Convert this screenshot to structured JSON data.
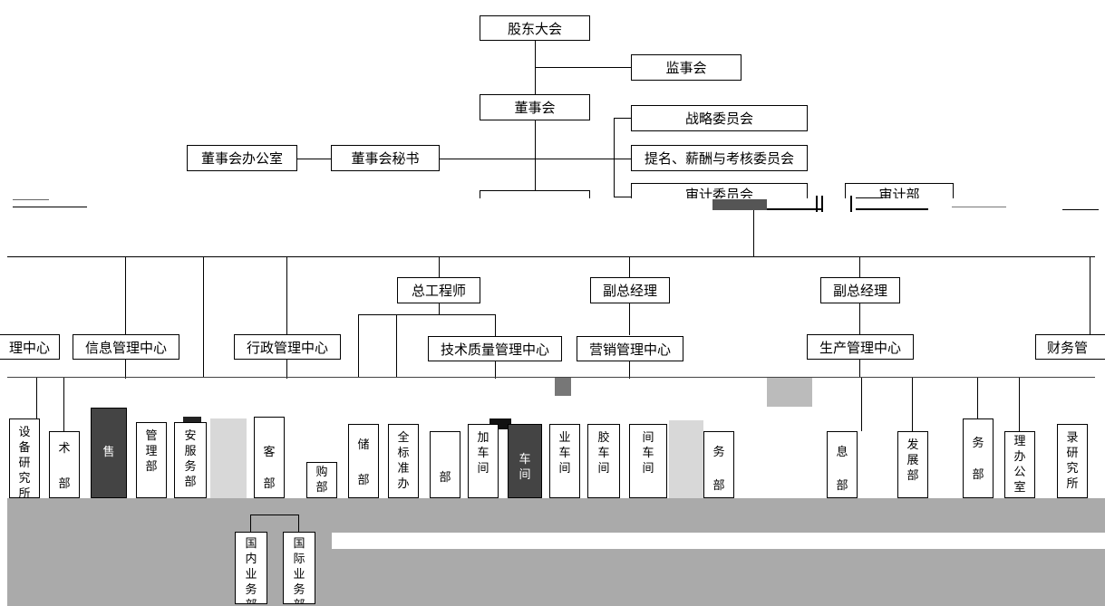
{
  "top": {
    "shareholders": "股东大会",
    "supervisors": "监事会",
    "board": "董事会",
    "board_office": "董事会办公室",
    "board_secretary": "董事会秘书",
    "strategy_committee": "战略委员会",
    "nomination_committee": "提名、薪酬与考核委员会",
    "audit_committee": "审计委员会",
    "audit_dept": "审计部"
  },
  "executives": {
    "chief_engineer": "总工程师",
    "deputy_gm_1": "副总经理",
    "deputy_gm_2": "副总经理"
  },
  "centers": {
    "left_partial": "理中心",
    "info": "信息管理中心",
    "admin": "行政管理中心",
    "tech_quality": "技术质量管理中心",
    "marketing": "营销管理中心",
    "production": "生产管理中心",
    "finance_partial": "财务管"
  },
  "departments": [
    {
      "lines": [
        "设",
        "备",
        "研",
        "究",
        "所"
      ]
    },
    {
      "lines": [
        "术",
        "部"
      ]
    },
    {
      "lines": [
        "售",
        "管",
        "理",
        "部"
      ]
    },
    {
      "lines": [
        "安",
        "服",
        "务",
        "部"
      ]
    },
    {
      "lines": [
        "客",
        "部"
      ]
    },
    {
      "lines": [
        "购",
        "部"
      ]
    },
    {
      "lines": [
        "储",
        "部"
      ]
    },
    {
      "lines": [
        "全",
        "标",
        "准",
        "办"
      ]
    },
    {
      "lines": [
        "部"
      ]
    },
    {
      "lines": [
        "加",
        "车",
        "间"
      ]
    },
    {
      "lines": [
        "车",
        "间"
      ]
    },
    {
      "lines": [
        "业",
        "车",
        "间"
      ]
    },
    {
      "lines": [
        "胶",
        "车",
        "间"
      ]
    },
    {
      "lines": [
        "间",
        "车",
        "间"
      ]
    },
    {
      "lines": [
        "务",
        "部"
      ]
    },
    {
      "lines": [
        "息",
        "部"
      ]
    },
    {
      "lines": [
        "发",
        "展",
        "部"
      ]
    },
    {
      "lines": [
        "务",
        "部"
      ]
    },
    {
      "lines": [
        "理",
        "办",
        "公",
        "室"
      ]
    },
    {
      "lines": [
        "录",
        "研",
        "究",
        "所"
      ]
    }
  ],
  "sub_departments": {
    "domestic": {
      "lines": [
        "国",
        "内",
        "业",
        "务",
        "部"
      ]
    },
    "international": {
      "lines": [
        "国",
        "际",
        "业",
        "务",
        "部"
      ]
    }
  }
}
